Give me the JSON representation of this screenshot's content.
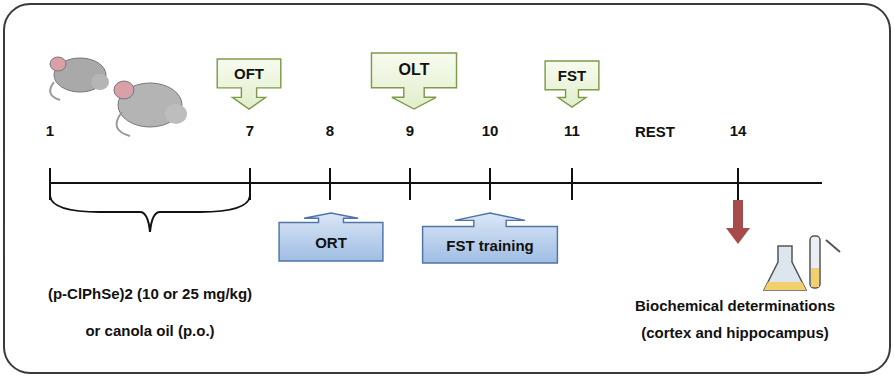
{
  "diagram": {
    "nodes": [
      {
        "text": [
          "OFT"
        ]
      },
      {
        "text": [
          "OLT"
        ]
      },
      {
        "text": [
          "FST"
        ]
      },
      {
        "text": [
          "ORT"
        ]
      },
      {
        "text": [
          "FST training"
        ]
      }
    ],
    "labels": [
      "1",
      "7",
      "8",
      "9",
      "10",
      "11",
      "REST",
      "14",
      "(p-ClPhSe)2 (10 or 25 mg/kg)",
      "or canola oil (p.o.)",
      "Biochemical determinations",
      "(cortex and hippocampus)"
    ]
  }
}
